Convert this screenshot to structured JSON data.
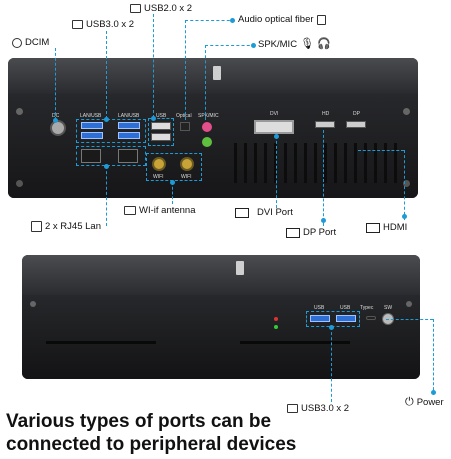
{
  "callouts": {
    "usb2": "USB2.0 x 2",
    "usb3_top": "USB3.0 x 2",
    "audio_optical": "Audio optical fiber",
    "dcim": "DCIM",
    "spk_mic": "SPK/MIC",
    "rj45": "2 x RJ45 Lan",
    "wifi": "WI-if antenna",
    "dvi": "DVI Port",
    "dp": "DP Port",
    "hdmi": "HDMI",
    "usb3_front": "USB3.0 x 2",
    "power": "Power"
  },
  "panel_labels": {
    "dc": "DC",
    "lan_usb_1": "LAN/USB",
    "lan_usb_2": "LAN/USB",
    "usb": "USB",
    "optical": "Optical",
    "spk_mic": "SPK/MIC",
    "dvi": "DVI",
    "hd": "HD",
    "dp": "DP",
    "wifi_1": "WIFI",
    "wifi_2": "WIFI",
    "front_usb_1": "USB",
    "front_usb_2": "USB",
    "typec": "Typec",
    "sw": "SW"
  },
  "headline": {
    "line1": "Various types of ports can be",
    "line2": "connected to peripheral devices"
  },
  "colors": {
    "accent": "#1e9bd7",
    "usb_blue": "#2e6fd6",
    "case": "#2a2b2e"
  }
}
